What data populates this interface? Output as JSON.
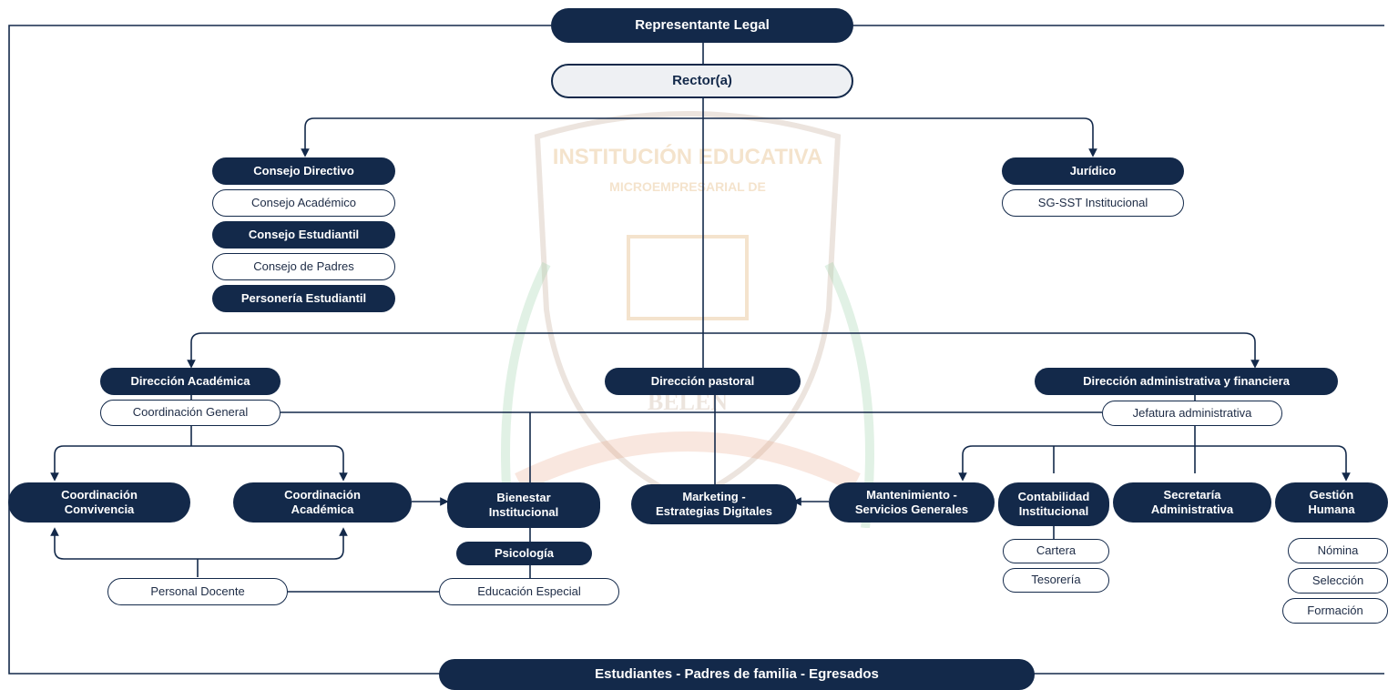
{
  "colors": {
    "navy": "#13294a",
    "light_fill": "#eef0f3",
    "watermark_gold": "#e0b070",
    "watermark_green": "#9ccfa8"
  },
  "watermark": {
    "line1": "INSTITUCIÓN EDUCATIVA",
    "line2": "MICROEMPRESARIAL DE",
    "line3": "BELÉN"
  },
  "nodes": {
    "representante": "Representante Legal",
    "rector": "Rector(a)",
    "consejo_directivo": "Consejo Directivo",
    "consejo_academico": "Consejo Académico",
    "consejo_estudiantil": "Consejo Estudiantil",
    "consejo_padres": "Consejo de Padres",
    "personeria": "Personería Estudiantil",
    "juridico": "Jurídico",
    "sgsst": "SG-SST Institucional",
    "dir_academica": "Dirección Académica",
    "coord_general": "Coordinación General",
    "dir_pastoral": "Dirección pastoral",
    "dir_admin": "Dirección administrativa y financiera",
    "jefatura": "Jefatura administrativa",
    "coord_convivencia": "Coordinación\nConvivencia",
    "coord_academica": "Coordinación\nAcadémica",
    "bienestar": "Bienestar\nInstitucional",
    "psicologia": "Psicología",
    "educacion_especial": "Educación Especial",
    "personal_docente": "Personal Docente",
    "marketing": "Marketing -\nEstrategias Digitales",
    "mantenimiento": "Mantenimiento -\nServicios Generales",
    "contabilidad": "Contabilidad\nInstitucional",
    "cartera": "Cartera",
    "tesoreria": "Tesorería",
    "secretaria": "Secretaría\nAdministrativa",
    "gestion_humana": "Gestión\nHumana",
    "nomina": "Nómina",
    "seleccion": "Selección",
    "formacion": "Formación",
    "estudiantes": "Estudiantes - Padres de familia - Egresados"
  }
}
